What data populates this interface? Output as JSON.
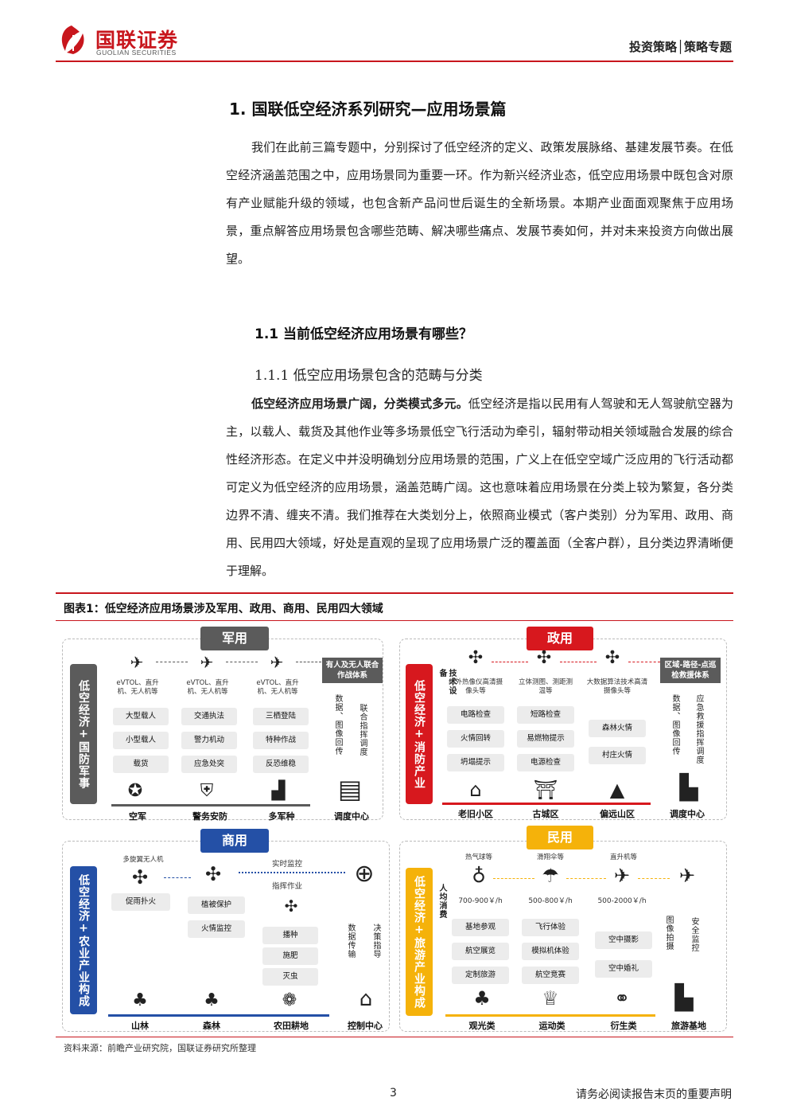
{
  "header": {
    "logo_cn": "国联证券",
    "logo_en": "GUOLIAN SECURITIES",
    "section": "投资策略│策略专题"
  },
  "title": "1.  国联低空经济系列研究—应用场景篇",
  "intro_paragraph": "我们在此前三篇专题中，分别探讨了低空经济的定义、政策发展脉络、基建发展节奏。在低空经济涵盖范围之中，应用场景同为重要一环。作为新兴经济业态，低空应用场景中既包含对原有产业赋能升级的领域，也包含新产品问世后诞生的全新场景。本期产业面面观聚焦于应用场景，重点解答应用场景包含哪些范畴、解决哪些痛点、发展节奏如何，并对未来投资方向做出展望。",
  "h2": "1.1  当前低空经济应用场景有哪些？",
  "h3": "1.1.1 低空应用场景包含的范畴与分类",
  "body_bold": "低空经济应用场景广阔，分类模式多元。",
  "body_rest": "低空经济是指以民用有人驾驶和无人驾驶航空器为主，以载人、载货及其他作业等多场景低空飞行活动为牵引，辐射带动相关领域融合发展的综合性经济形态。在定义中并没明确划分应用场景的范围，广义上在低空空域广泛应用的飞行活动都可定义为低空经济的应用场景，涵盖范畴广阔。这也意味着应用场景在分类上较为繁复，各分类边界不清、缠夹不清。我们推荐在大类划分上，依照商业模式（客户类别）分为军用、政用、商用、民用四大领域，好处是直观的呈现了应用场景广泛的覆盖面（全客户群），且分类边界清晰便于理解。",
  "figure": {
    "title": "图表1：低空经济应用场景涉及军用、政用、商用、民用四大领域",
    "source": "资料来源：前瞻产业研究院，国联证券研究所整理",
    "military": {
      "badge": "军用",
      "vbar": "低空经济+国防军事",
      "box": "有人及无人联合作战体系",
      "captions": [
        "eVTOL、直升机、无人机等",
        "eVTOL、直升机、无人机等",
        "eVTOL、直升机、无人机等"
      ],
      "col1": [
        "大型载人",
        "小型载人",
        "载货"
      ],
      "col2": [
        "交通执法",
        "警力机动",
        "应急处突"
      ],
      "col3": [
        "三栖登陆",
        "特种作战",
        "反恐维稳"
      ],
      "locs": [
        "空军",
        "警务安防",
        "多军种",
        "调度中心"
      ],
      "vt1": "数据、图像回传",
      "vt2": "联合指挥调度"
    },
    "gov": {
      "badge": "政用",
      "vbar": "低空经济+消防产业",
      "side": "技术设备",
      "box": "区域-路径-点巡检救援体系",
      "captions": [
        "红外热像仪高清摄像头等",
        "立体测图、测距测温等",
        "大数据算法技术高清摄像头等"
      ],
      "col1": [
        "电路检查",
        "火情回转",
        "坍塌提示"
      ],
      "col2": [
        "短路检查",
        "易燃物提示",
        "电源检查"
      ],
      "col3": [
        "森林火情",
        "村庄火情"
      ],
      "locs": [
        "老旧小区",
        "古城区",
        "偏远山区",
        "调度中心"
      ],
      "vt1": "数据、图像回传",
      "vt2": "应急救援指挥调度"
    },
    "commercial": {
      "badge": "商用",
      "vbar": "低空经济+农业产业构成",
      "captions": [
        "多旋翼无人机"
      ],
      "top_label_1": "实时监控",
      "top_label_2": "指挥作业",
      "col1": [
        "促雨扑火"
      ],
      "col2": [
        "植被保护",
        "火情监控"
      ],
      "col3": [
        "播种",
        "施肥",
        "灭虫"
      ],
      "locs": [
        "山林",
        "森林",
        "农田耕地",
        "控制中心"
      ],
      "vt1": "数据传输",
      "vt2": "决策指导"
    },
    "civil": {
      "badge": "民用",
      "vbar": "低空经济+旅游产业构成",
      "side": "人均消费",
      "captions": [
        "热气球等",
        "滑翔伞等",
        "直升机等"
      ],
      "prices": [
        "700-900￥/h",
        "500-800￥/h",
        "500-2000￥/h"
      ],
      "col1": [
        "基地参观",
        "航空展览",
        "定制旅游"
      ],
      "col2": [
        "飞行体验",
        "模拟机体验",
        "航空竞赛"
      ],
      "col3": [
        "空中摄影",
        "空中婚礼"
      ],
      "locs": [
        "观光类",
        "运动类",
        "衍生类",
        "旅游基地"
      ],
      "vt1": "图像拍摄",
      "vt2": "安全监控"
    },
    "colors": {
      "military_gray": "#5b5b5b",
      "gov_red": "#d7181e",
      "commercial_blue": "#2450a6",
      "civil_yellow": "#f5b20a"
    }
  },
  "footer": {
    "page": "3",
    "note": "请务必阅读报告末页的重要声明"
  }
}
